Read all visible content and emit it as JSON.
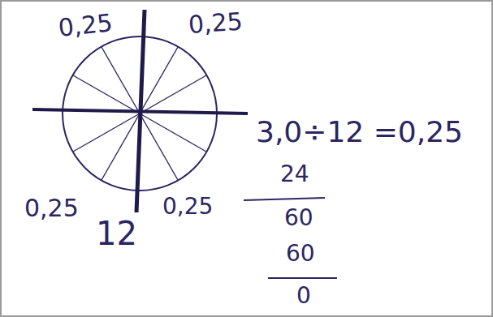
{
  "diagram": {
    "labels": [
      "0,25",
      "0,25",
      "0,25",
      "0,25",
      "12",
      "3,0÷12 =0,25",
      "24",
      "60",
      "60",
      "0"
    ]
  }
}
